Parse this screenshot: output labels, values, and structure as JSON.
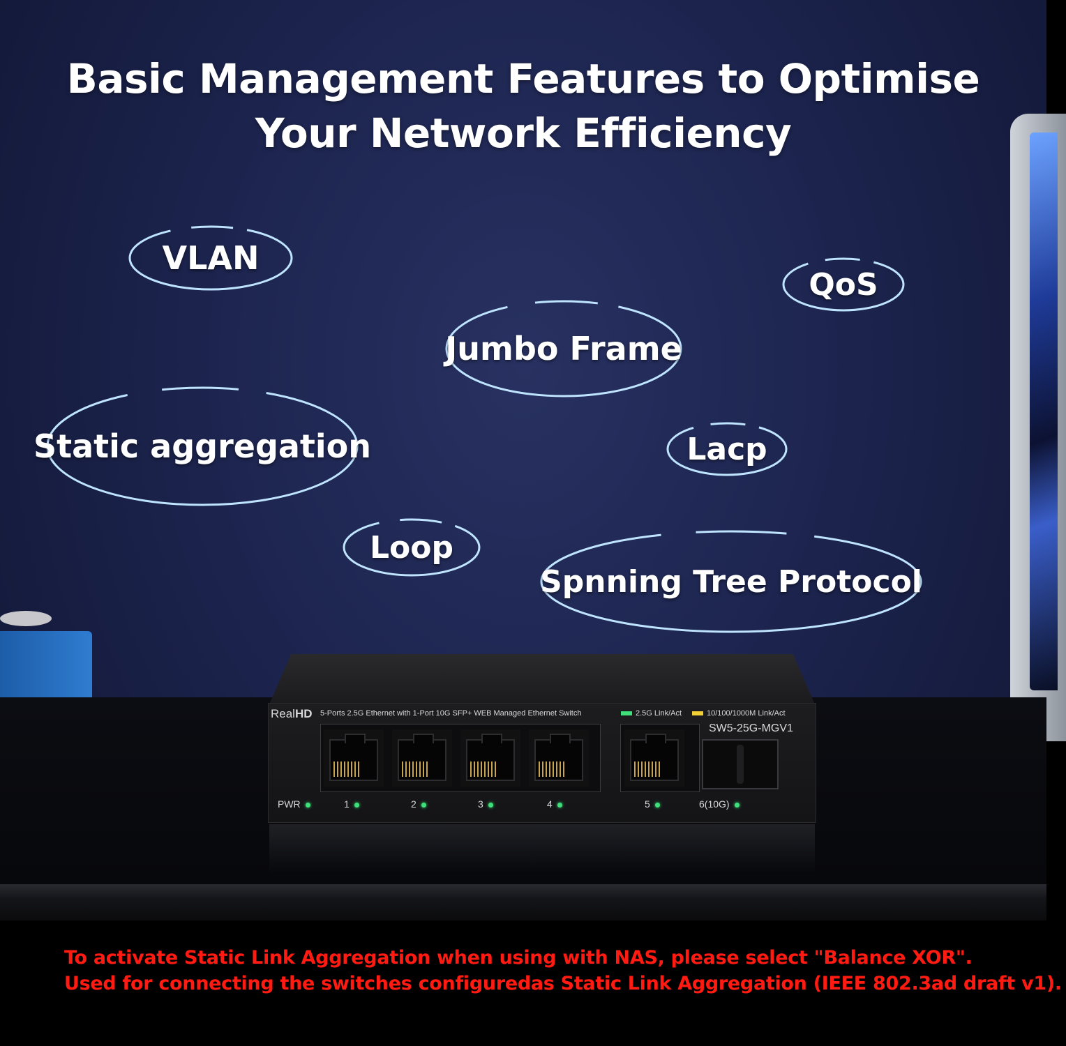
{
  "headline": {
    "line1": "Basic Management Features to Optimise",
    "line2": "Your Network Efficiency"
  },
  "features": [
    "VLAN",
    "QoS",
    "Jumbo Frame",
    "Static aggregation",
    "Lacp",
    "Loop",
    "Spnning Tree Protocol"
  ],
  "switch": {
    "brand_a": "Real",
    "brand_b": "HD",
    "description": "5-Ports 2.5G Ethernet with 1-Port 10G SFP+ WEB Managed Ethernet Switch",
    "legend_green": "2.5G Link/Act",
    "legend_yellow": "10/100/1000M Link/Act",
    "model": "SW5-25G-MGV1",
    "pwr_label": "PWR",
    "port_labels": [
      "1",
      "2",
      "3",
      "4",
      "5",
      "6(10G)"
    ]
  },
  "notes": {
    "line1": "To activate Static Link Aggregation when using with NAS, please select \"Balance XOR\".",
    "line2": "Used for connecting the switches configuredas Static Link Aggregation (IEEE 802.3ad draft v1)."
  },
  "colors": {
    "background": "#1d2550",
    "ring": "#bfe4ff",
    "note_text": "#ff1a12",
    "led": "#3ee07a",
    "legend_green": "#3ee07a",
    "legend_yellow": "#f2d033"
  }
}
